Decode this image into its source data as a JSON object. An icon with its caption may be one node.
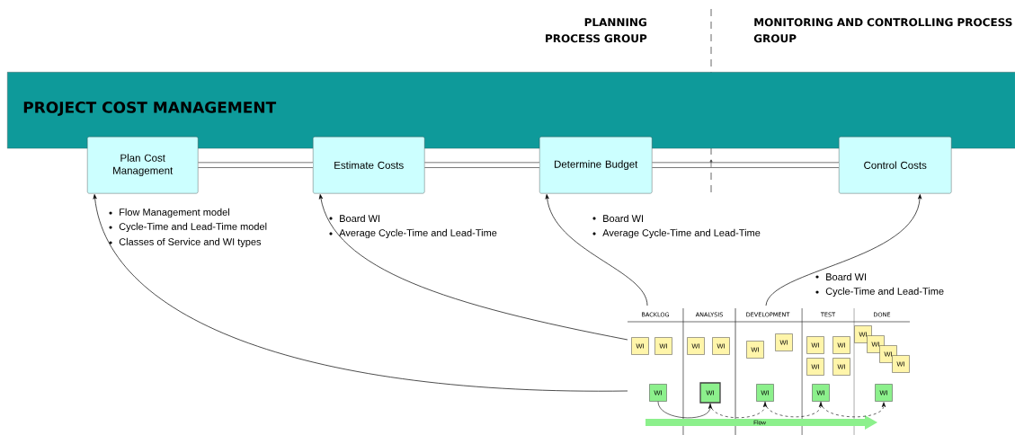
{
  "diagram": {
    "nodes": [
      {
        "text": [
          "PROJECT COST MANAGEMENT"
        ]
      },
      {
        "text": [
          "Plan Cost Management"
        ]
      },
      {
        "text": [
          "Estimate Costs"
        ]
      },
      {
        "text": [
          "Determine Budget"
        ]
      },
      {
        "text": [
          "Control Costs"
        ]
      },
      {
        "text": [
          "BACKLOG",
          "ANALYSIS",
          "DEVELOPMENT",
          "TEST",
          "DONE"
        ]
      },
      {
        "text": [
          "WI"
        ],
        "in": 5
      },
      {
        "text": [
          "WI"
        ],
        "in": 5
      },
      {
        "text": [
          "WI"
        ],
        "in": 5
      },
      {
        "text": [
          "WI"
        ],
        "in": 5
      },
      {
        "text": [
          "WI"
        ],
        "in": 5
      },
      {
        "text": [
          "WI"
        ],
        "in": 5
      },
      {
        "text": [
          "WI"
        ],
        "in": 5
      },
      {
        "text": [
          "WI"
        ],
        "in": 5
      },
      {
        "text": [
          "WI"
        ],
        "in": 5
      },
      {
        "text": [
          "WI"
        ],
        "in": 5
      },
      {
        "text": [
          "WI"
        ],
        "in": 5
      },
      {
        "text": [
          "WI"
        ],
        "in": 5
      },
      {
        "text": [
          "WI"
        ],
        "in": 5
      },
      {
        "text": [
          "WI"
        ],
        "in": 5
      },
      {
        "text": [
          "WI"
        ],
        "in": 5
      },
      {
        "text": [
          "WI"
        ],
        "in": 5
      },
      {
        "text": [
          "WI"
        ],
        "in": 5
      },
      {
        "text": [
          "WI"
        ],
        "in": 5
      },
      {
        "text": [
          "WI"
        ],
        "in": 5
      }
    ],
    "edges": [
      {
        "from": 1,
        "to": 2,
        "arrow": "none",
        "style": "thick"
      },
      {
        "from": 2,
        "to": 3,
        "arrow": "none",
        "style": "thick"
      },
      {
        "from": 3,
        "to": 4,
        "arrow": "none",
        "style": "thick"
      },
      {
        "from": 5,
        "to": 1,
        "arrow": "to"
      },
      {
        "from": 5,
        "to": 2,
        "arrow": "to"
      },
      {
        "from": 5,
        "to": 3,
        "arrow": "to"
      },
      {
        "from": 5,
        "to": 4,
        "arrow": "to"
      },
      {
        "from": 20,
        "to": 21,
        "arrow": "to"
      },
      {
        "from": 21,
        "to": 22,
        "arrow": "to",
        "style": "dashed"
      },
      {
        "from": 22,
        "to": 23,
        "arrow": "to",
        "style": "dashed"
      },
      {
        "from": 23,
        "to": 24,
        "arrow": "to",
        "style": "dashed"
      }
    ],
    "labels": [
      "PLANNING PROCESS GROUP",
      "MONITORING AND CONTROLLING PROCESS GROUP",
      "Flow Management model",
      "Cycle-Time and Lead-Time model",
      "Classes of Service and WI types",
      "Board WI",
      "Average Cycle-Time and Lead-Time",
      "Board WI",
      "Average Cycle-Time and Lead-Time",
      "Board WI",
      "Cycle-Time and Lead-Time",
      "Flow"
    ]
  }
}
